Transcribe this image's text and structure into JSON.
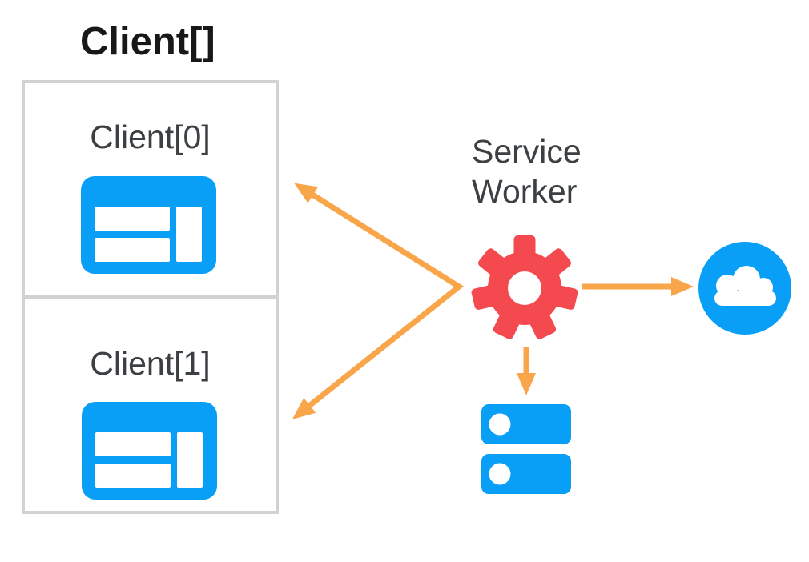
{
  "diagram": {
    "title": "Client[]",
    "clients": [
      {
        "label": "Client[0]",
        "icon": "browser-window-icon"
      },
      {
        "label": "Client[1]",
        "icon": "browser-window-icon"
      }
    ],
    "service_worker": {
      "label": "Service\nWorker",
      "icon": "gear-icon"
    },
    "network": {
      "icon": "cloud-icon"
    },
    "storage": {
      "icon": "database-icon"
    },
    "arrows": [
      {
        "name": "service-worker-to-clients",
        "style": "double-headed-fanout",
        "color": "#f9a64b"
      },
      {
        "name": "service-worker-to-network",
        "direction": "right",
        "color": "#f9a64b"
      },
      {
        "name": "service-worker-to-storage",
        "direction": "down",
        "color": "#f9a64b"
      }
    ],
    "colors": {
      "blue": "#0a9ff6",
      "red": "#f4494e",
      "orange": "#f9a64b",
      "box_border": "#d2d2d2",
      "label_gray": "#3c4043",
      "title_black": "#17181a",
      "background": "#ffffff"
    }
  }
}
